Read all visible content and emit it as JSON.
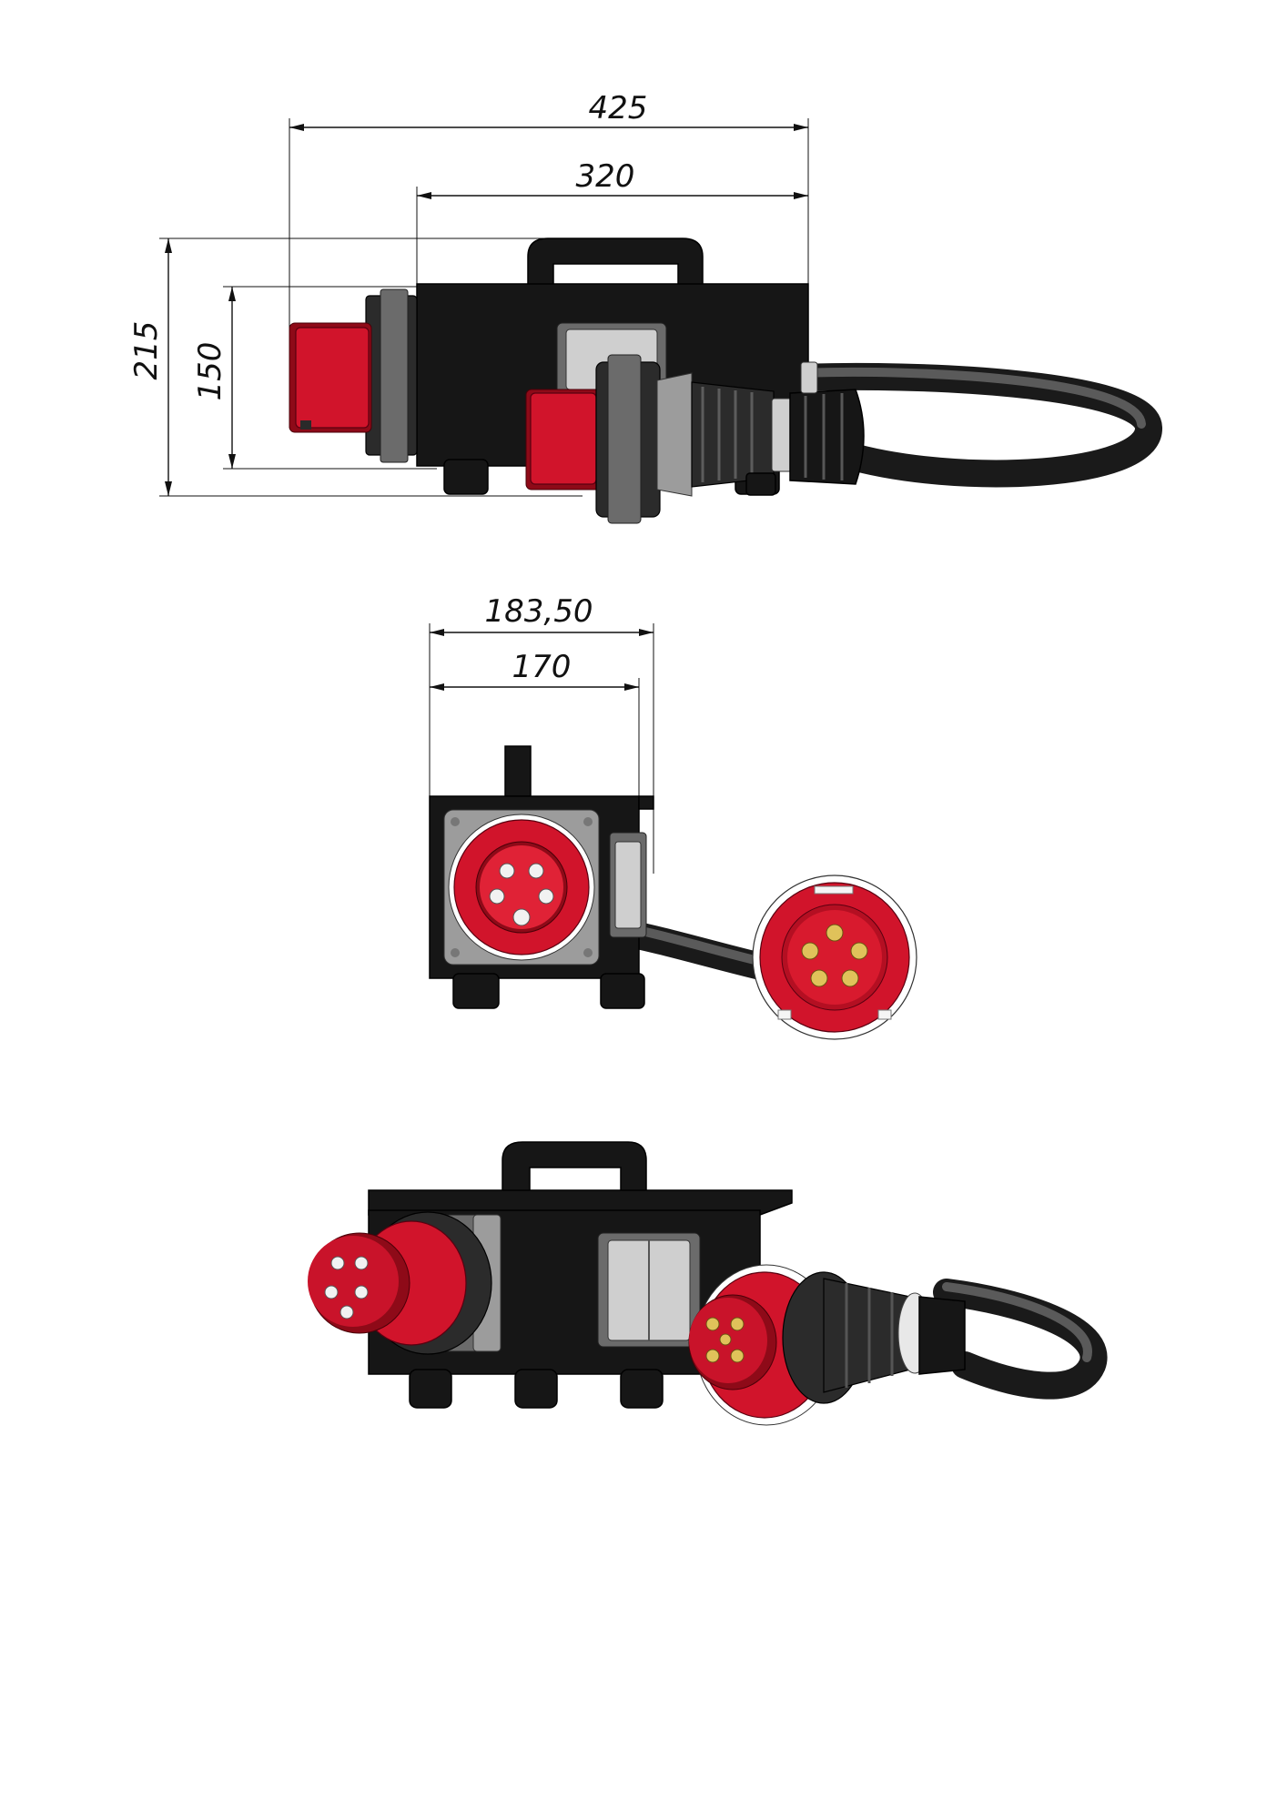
{
  "dimensions": {
    "side_view": {
      "overall_length": "425",
      "body_length": "320",
      "overall_height": "215",
      "body_height": "150"
    },
    "front_view": {
      "overall_width": "183,50",
      "body_width": "170"
    }
  },
  "colors": {
    "housing": "#161616",
    "connector_red": "#d1142b",
    "connector_grey": "#9c9c9c",
    "cable": "#1a1a1a"
  }
}
